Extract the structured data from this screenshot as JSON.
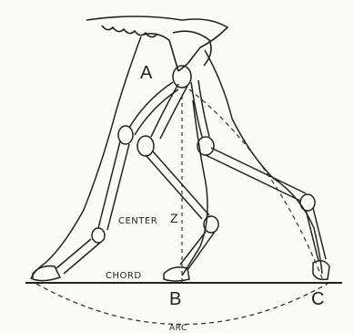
{
  "points": {
    "a": "A",
    "b": "B",
    "c": "C"
  },
  "labels": {
    "center": "CENTER",
    "center_mark": "Z",
    "chord": "CHORD",
    "arc": "ARC"
  },
  "colors": {
    "ink": "#222222",
    "paper": "#fbfbf8"
  }
}
